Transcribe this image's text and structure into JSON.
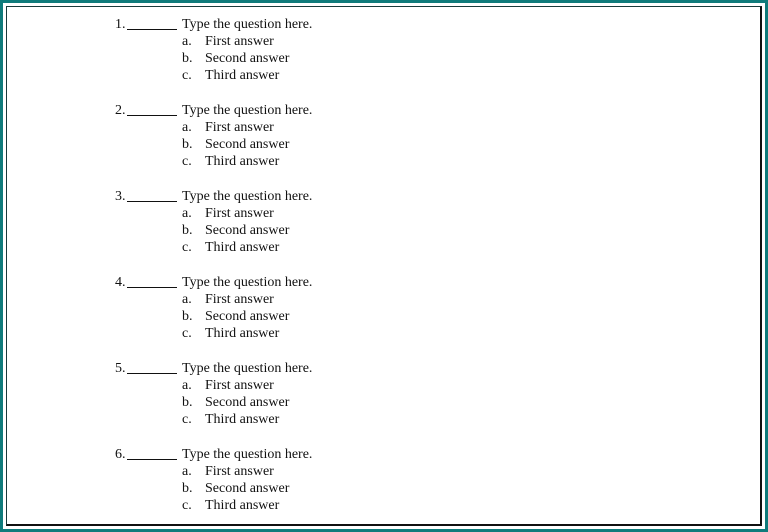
{
  "questions": [
    {
      "number": "1.",
      "text": "Type the question here.",
      "answers": [
        {
          "letter": "a.",
          "text": "First answer"
        },
        {
          "letter": "b.",
          "text": "Second answer"
        },
        {
          "letter": "c.",
          "text": "Third answer"
        }
      ]
    },
    {
      "number": "2.",
      "text": "Type the question here.",
      "answers": [
        {
          "letter": "a.",
          "text": "First answer"
        },
        {
          "letter": "b.",
          "text": "Second answer"
        },
        {
          "letter": "c.",
          "text": "Third answer"
        }
      ]
    },
    {
      "number": "3.",
      "text": "Type the question here.",
      "answers": [
        {
          "letter": "a.",
          "text": "First answer"
        },
        {
          "letter": "b.",
          "text": "Second answer"
        },
        {
          "letter": "c.",
          "text": "Third answer"
        }
      ]
    },
    {
      "number": "4.",
      "text": "Type the question here.",
      "answers": [
        {
          "letter": "a.",
          "text": "First answer"
        },
        {
          "letter": "b.",
          "text": "Second answer"
        },
        {
          "letter": "c.",
          "text": "Third answer"
        }
      ]
    },
    {
      "number": "5.",
      "text": "Type the question here.",
      "answers": [
        {
          "letter": "a.",
          "text": "First answer"
        },
        {
          "letter": "b.",
          "text": "Second answer"
        },
        {
          "letter": "c.",
          "text": "Third answer"
        }
      ]
    },
    {
      "number": "6.",
      "text": "Type the question here.",
      "answers": [
        {
          "letter": "a.",
          "text": "First answer"
        },
        {
          "letter": "b.",
          "text": "Second answer"
        },
        {
          "letter": "c.",
          "text": "Third answer"
        }
      ]
    }
  ],
  "colors": {
    "border": "#0f7b7b",
    "page": "#ffffff",
    "text": "#111111"
  }
}
